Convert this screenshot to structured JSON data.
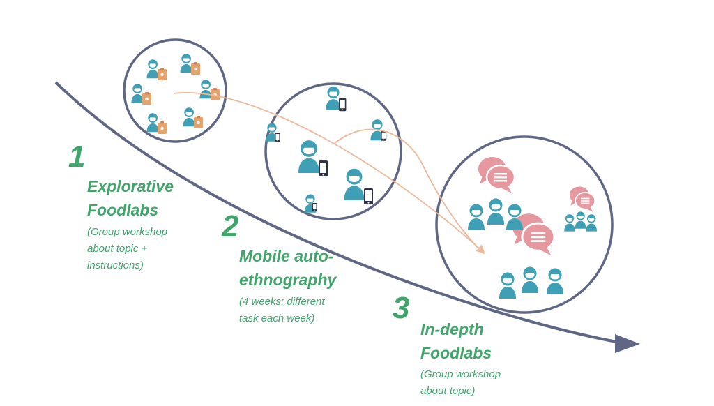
{
  "colors": {
    "arc": "#5f6785",
    "green": "#3fa56a",
    "teal": "#3fa0b5",
    "orange": "#e4a36d",
    "pink": "#e7989f",
    "flow": "#efb89a",
    "phone": "#2f3344"
  },
  "steps": [
    {
      "number": "1",
      "title_lines": [
        "Explorative",
        "Foodlabs"
      ],
      "desc_lines": [
        "(Group workshop",
        "about topic +",
        "instructions)"
      ],
      "icon": "person-clipboard-icon"
    },
    {
      "number": "2",
      "title_lines": [
        "Mobile auto-",
        "ethnography"
      ],
      "desc_lines": [
        "(4 weeks; different",
        "task each week)"
      ],
      "icon": "person-phone-icon"
    },
    {
      "number": "3",
      "title_lines": [
        "In-depth",
        "Foodlabs"
      ],
      "desc_lines": [
        "(Group workshop",
        "about topic)"
      ],
      "icon": "group-speech-bubble-icon"
    }
  ]
}
